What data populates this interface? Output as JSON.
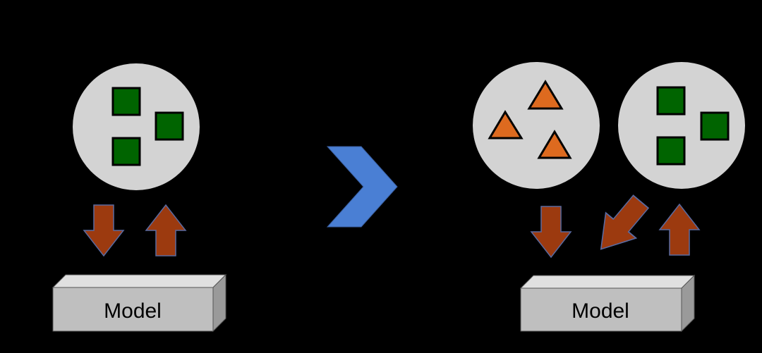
{
  "colors": {
    "background": "#000000",
    "circle_fill": "#d3d3d3",
    "square_fill": "#006400",
    "triangle_fill": "#dd6a1f",
    "arrow_fill": "#9c3a0f",
    "arrow_outline": "#5a6aa0",
    "chevron_fill": "#4a7fd4",
    "box_front": "#bfbfbf",
    "box_top": "#e0e0e0",
    "box_side": "#9a9a9a"
  },
  "left_panel": {
    "pool": {
      "icon": "green-square",
      "count": 3
    },
    "arrows": [
      "down-arrow",
      "up-arrow"
    ],
    "model_label": "Model"
  },
  "transition": {
    "icon": "chevron-right-icon"
  },
  "right_panel": {
    "pools": [
      {
        "icon": "orange-triangle",
        "count": 3
      },
      {
        "icon": "green-square",
        "count": 3
      }
    ],
    "arrows": [
      "down-arrow",
      "diagonal-down-left-arrow",
      "up-arrow"
    ],
    "model_label": "Model"
  }
}
